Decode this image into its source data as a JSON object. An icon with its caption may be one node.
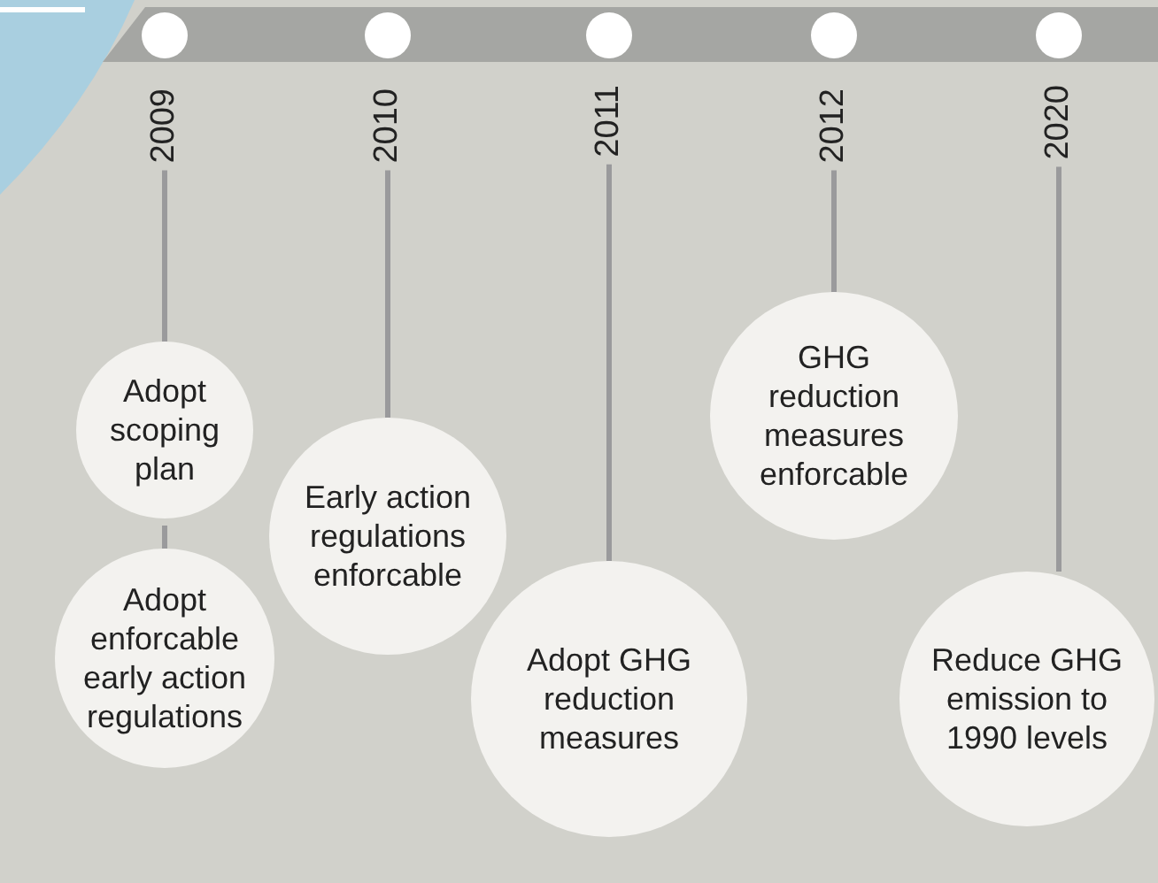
{
  "diagram": {
    "nodes": [
      {
        "text": [
          "2009"
        ]
      },
      {
        "text": [
          "2010"
        ]
      },
      {
        "text": [
          "2011"
        ]
      },
      {
        "text": [
          "2012"
        ]
      },
      {
        "text": [
          "2020"
        ]
      },
      {
        "text": [
          "Adopt scoping plan"
        ]
      },
      {
        "text": [
          "Early action regulations enforcable"
        ]
      },
      {
        "text": [
          "GHG reduction measures enforcable"
        ]
      },
      {
        "text": [
          "Adopt enforcable early action regulations"
        ]
      },
      {
        "text": [
          "Adopt GHG reduction measures"
        ]
      },
      {
        "text": [
          "Reduce GHG emission to 1990 levels"
        ]
      }
    ],
    "edges": [
      {
        "from": 0,
        "to": 5,
        "arrow": "none"
      },
      {
        "from": 5,
        "to": 8,
        "arrow": "none"
      },
      {
        "from": 1,
        "to": 6,
        "arrow": "none"
      },
      {
        "from": 2,
        "to": 9,
        "arrow": "none"
      },
      {
        "from": 3,
        "to": 7,
        "arrow": "none"
      },
      {
        "from": 4,
        "to": 10,
        "arrow": "none"
      }
    ]
  }
}
